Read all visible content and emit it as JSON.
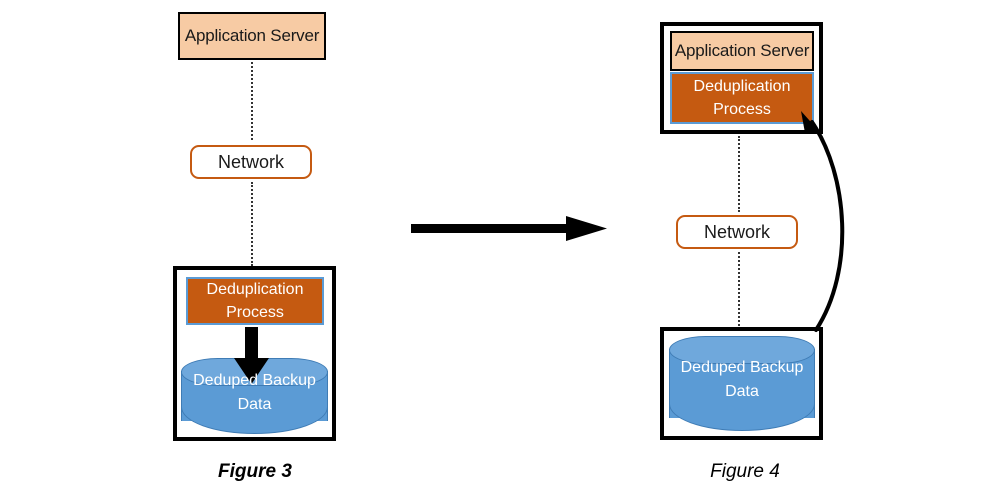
{
  "figures": [
    {
      "caption": "Figure 3",
      "app_server": {
        "label": "Application Server"
      },
      "network": {
        "label": "Network"
      },
      "dedup": {
        "line1": "Deduplication",
        "line2": "Process"
      },
      "storage": {
        "line1": "Deduped Backup",
        "line2": "Data"
      }
    },
    {
      "caption": "Figure 4",
      "app_server": {
        "label": "Application Server"
      },
      "network": {
        "label": "Network"
      },
      "dedup": {
        "line1": "Deduplication",
        "line2": "Process"
      },
      "storage": {
        "line1": "Deduped Backup",
        "line2": "Data"
      }
    }
  ],
  "colors": {
    "app_server_fill": "#F7CBA4",
    "dedup_fill": "#C55A11",
    "dedup_border": "#5B9BD5",
    "cylinder_fill": "#5B9BD5",
    "cylinder_top": "#6FA8DC",
    "network_border": "#C55A11",
    "frame_stroke": "#000000",
    "arrow_fill": "#000000"
  },
  "arrows": {
    "transition": "right-arrow-between-figures",
    "left_dedup_to_storage": "down-arrow",
    "right_storage_to_dedup": "curved-up-arrow"
  }
}
